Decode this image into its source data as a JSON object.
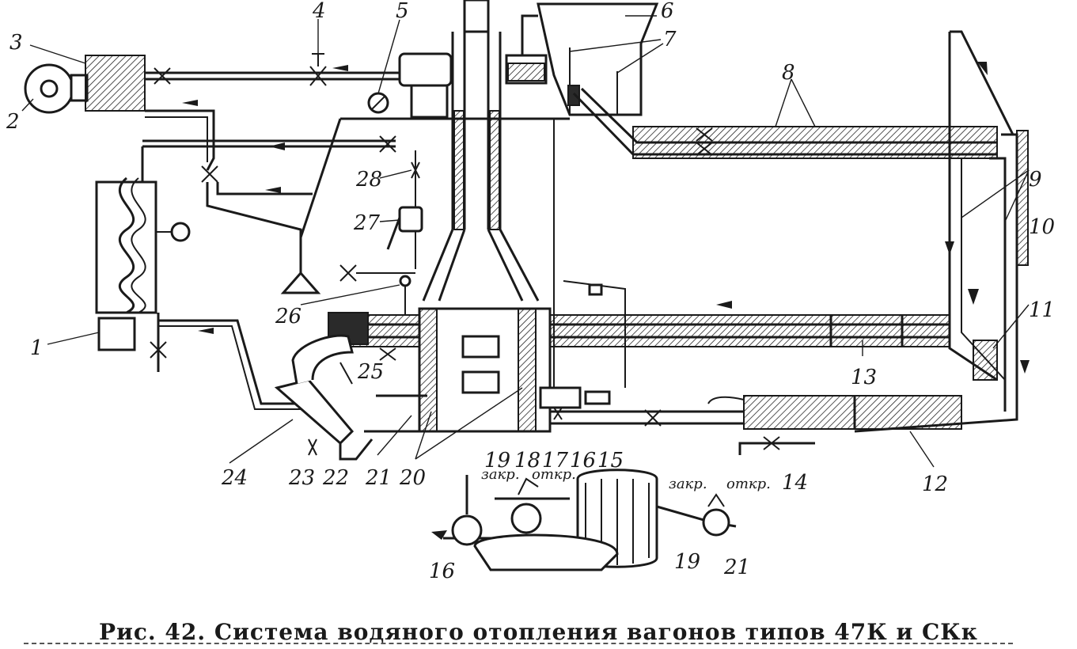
{
  "labels": {
    "l1": "1",
    "l2": "2",
    "l3": "3",
    "l4": "4",
    "l5": "5",
    "l6": "6",
    "l7": "7",
    "l8": "8",
    "l9": "9",
    "l10": "10",
    "l11": "11",
    "l12": "12",
    "l13": "13",
    "l14": "14",
    "l15": "15",
    "l16": "16",
    "l17": "17",
    "l18": "18",
    "l19": "19",
    "l20": "20",
    "l21": "21",
    "l22": "22",
    "l23": "23",
    "l24": "24",
    "l25": "25",
    "l26": "26",
    "l27": "27",
    "l28": "28",
    "d16": "16",
    "d19": "19",
    "d21": "21"
  },
  "valve_states": {
    "closed_1": "закр.",
    "open_1": "откр.",
    "closed_2": "закр.",
    "open_2": "откр."
  },
  "caption": "Рис. 42. Система водяного отопления вагонов типов 47К и СКк"
}
